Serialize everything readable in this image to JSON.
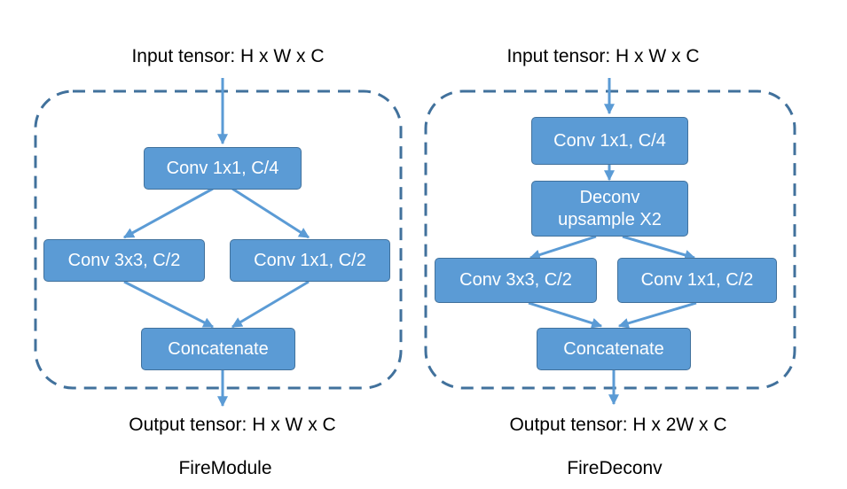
{
  "fire_module": {
    "input_label": "Input tensor: H x W x C",
    "squeeze": "Conv 1x1, C/4",
    "expand_3x3": "Conv 3x3, C/2",
    "expand_1x1": "Conv 1x1, C/2",
    "concat": "Concatenate",
    "output_label": "Output tensor: H x W x C",
    "caption": "FireModule"
  },
  "fire_deconv": {
    "input_label": "Input tensor: H x W x C",
    "squeeze": "Conv 1x1, C/4",
    "deconv_line1": "Deconv",
    "deconv_line2": "upsample X2",
    "expand_3x3": "Conv 3x3, C/2",
    "expand_1x1": "Conv 1x1, C/2",
    "concat": "Concatenate",
    "output_label": "Output tensor: H x 2W x C",
    "caption": "FireDeconv"
  },
  "colors": {
    "box_fill": "#5b9bd5",
    "box_border": "#41719c",
    "dashed_border": "#41719c",
    "arrow": "#5b9bd5"
  }
}
